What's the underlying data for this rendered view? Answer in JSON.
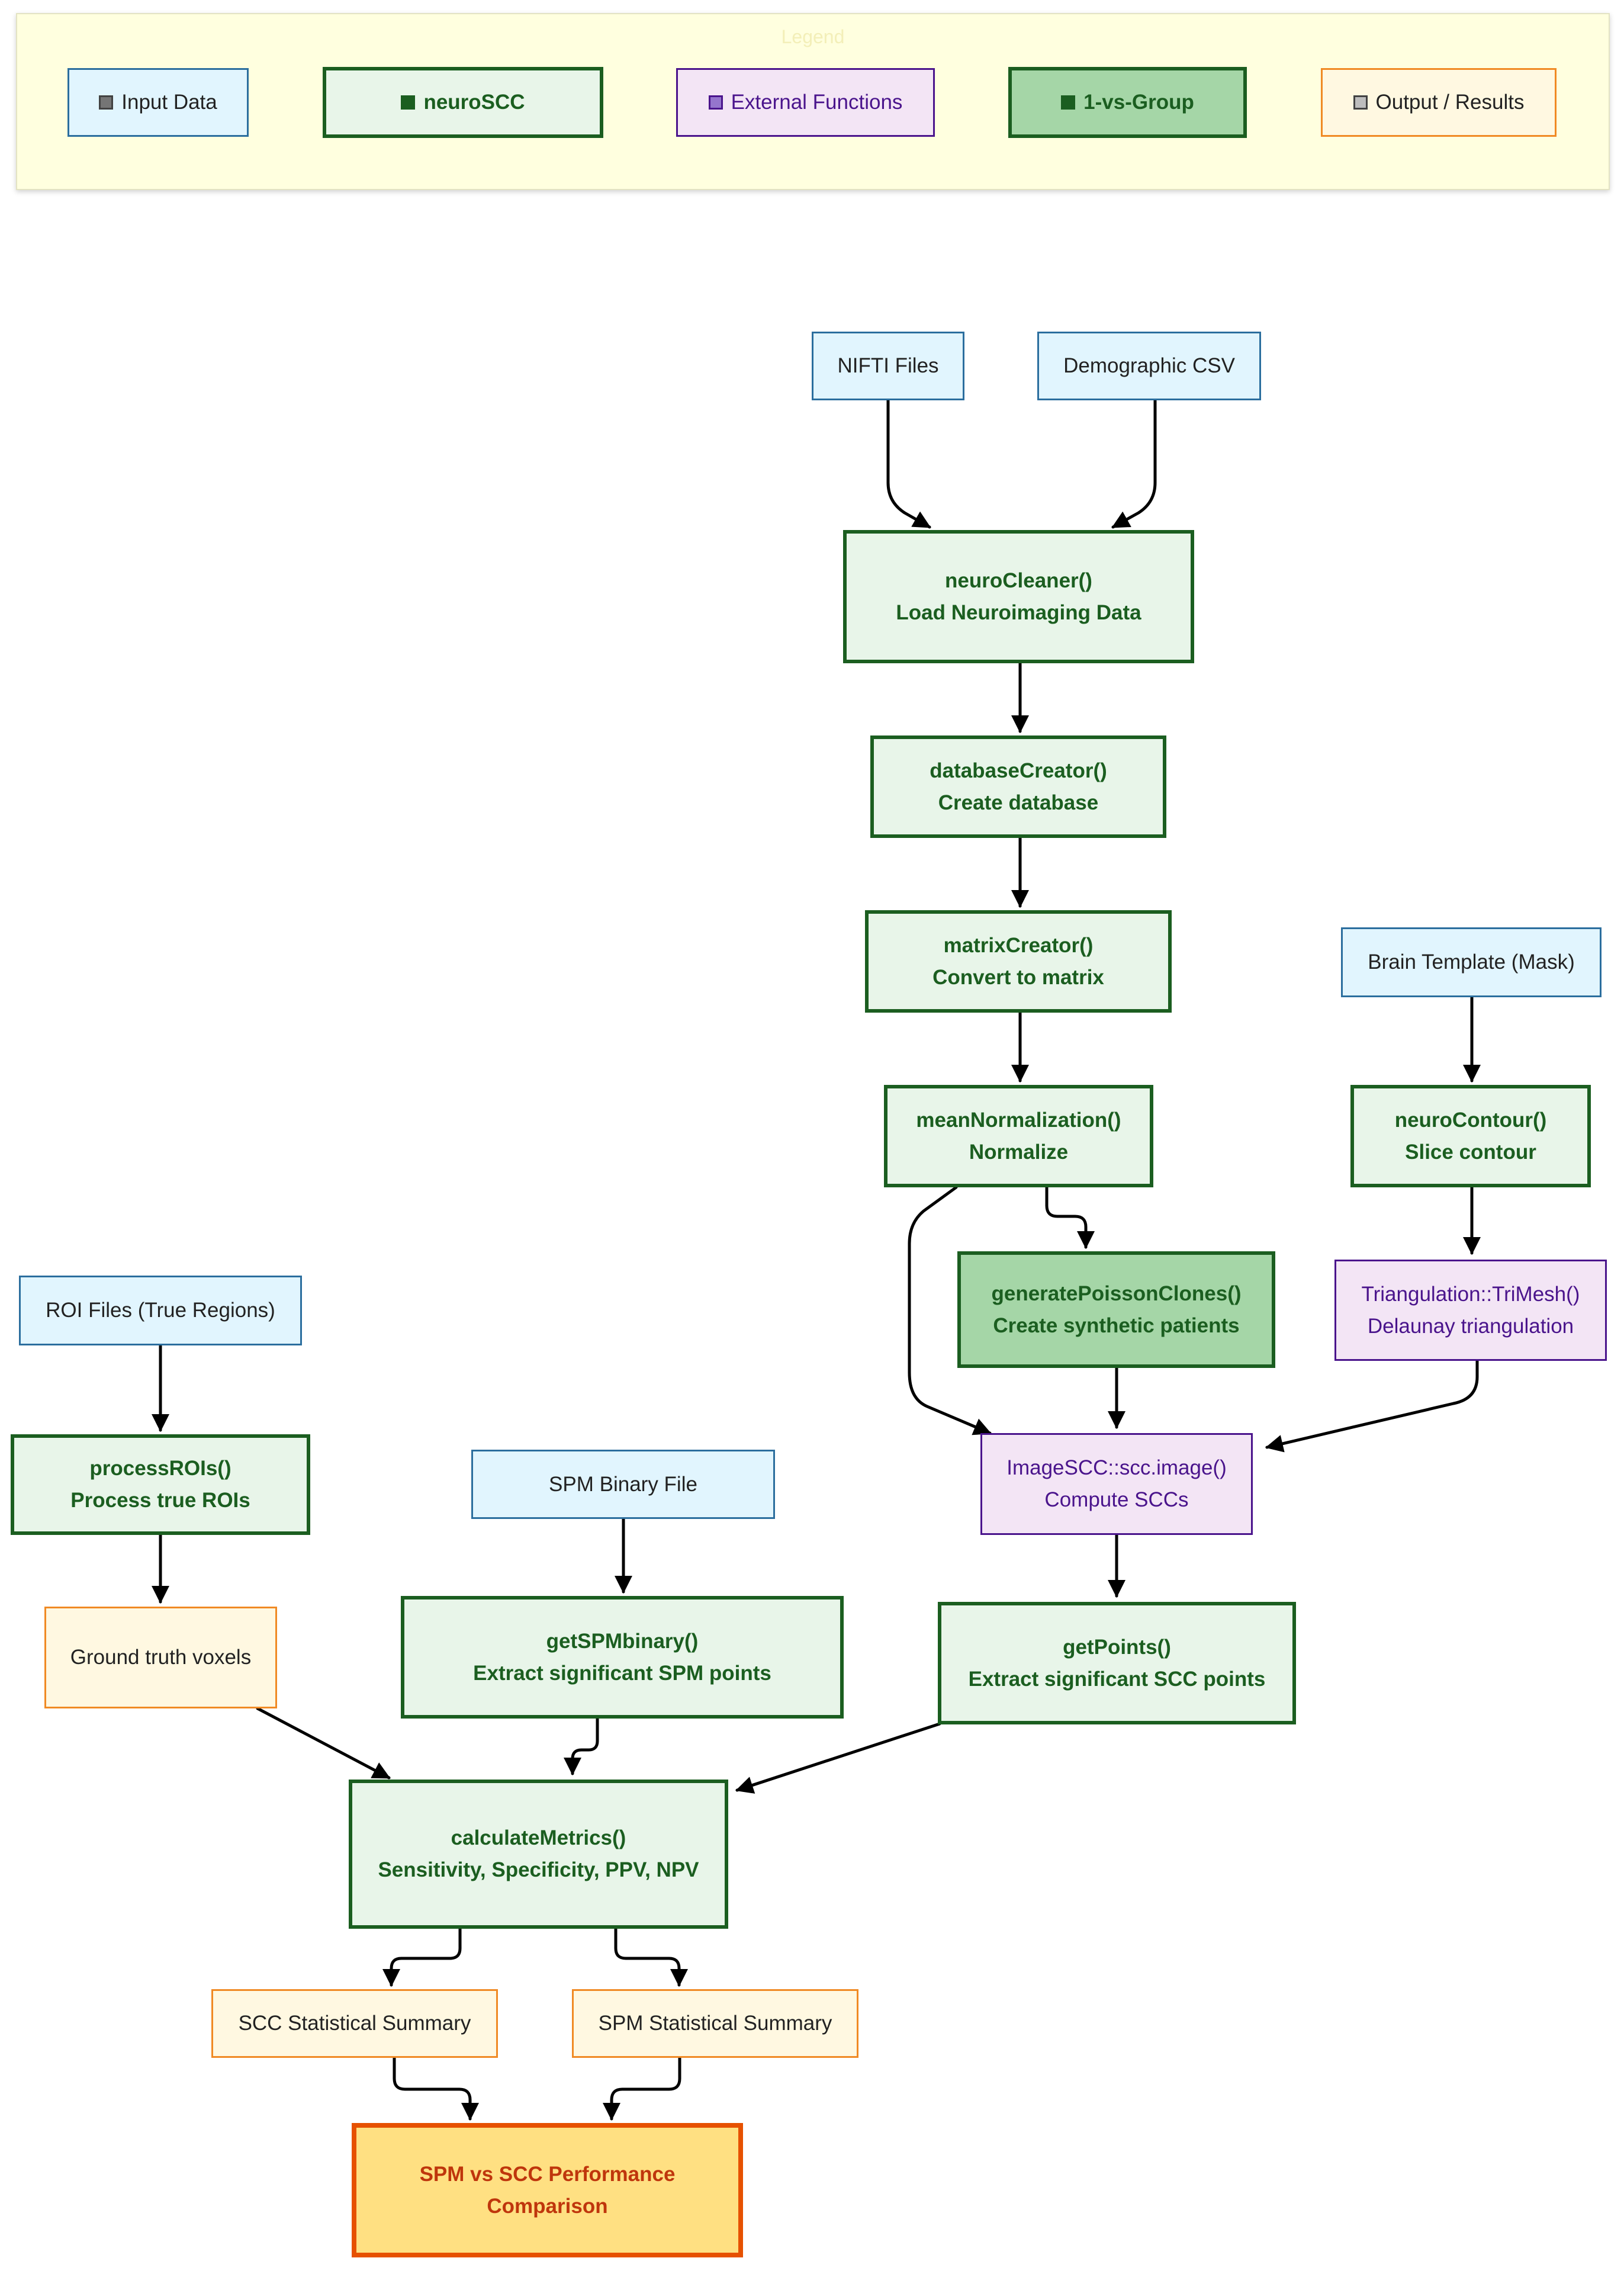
{
  "colors": {
    "input_fill": "#e1f5fe",
    "input_border": "#2b6e9e",
    "core_fill": "#e8f5e9",
    "core_border": "#1b5e20",
    "group_fill": "#a5d6a7",
    "external_fill": "#f3e5f5",
    "external_border": "#4a148c",
    "output_fill": "#fff8e1",
    "output_border": "#f08a24",
    "final_fill": "#ffe082",
    "final_border": "#e65100",
    "legend_fill": "#ffffdf",
    "edge": "#000000"
  },
  "legend": {
    "title": "Legend",
    "items": [
      {
        "id": "lg-input",
        "label": "Input Data"
      },
      {
        "id": "lg-core",
        "label": "neuroSCC"
      },
      {
        "id": "lg-ext",
        "label": "External Functions"
      },
      {
        "id": "lg-group",
        "label": "1-vs-Group"
      },
      {
        "id": "lg-out",
        "label": "Output / Results"
      }
    ]
  },
  "nodes": [
    {
      "id": "nifti",
      "lines": [
        "NIFTI Files"
      ]
    },
    {
      "id": "demo",
      "lines": [
        "Demographic CSV"
      ]
    },
    {
      "id": "cleaner",
      "lines": [
        "neuroCleaner()",
        "Load Neuroimaging Data"
      ]
    },
    {
      "id": "dbc",
      "lines": [
        "databaseCreator()",
        "Create database"
      ]
    },
    {
      "id": "matc",
      "lines": [
        "matrixCreator()",
        "Convert to matrix"
      ]
    },
    {
      "id": "brain",
      "lines": [
        "Brain Template (Mask)"
      ]
    },
    {
      "id": "meann",
      "lines": [
        "meanNormalization()",
        "Normalize"
      ]
    },
    {
      "id": "contour",
      "lines": [
        "neuroContour()",
        "Slice contour"
      ]
    },
    {
      "id": "roifiles",
      "lines": [
        "ROI Files (True Regions)"
      ]
    },
    {
      "id": "poisson",
      "lines": [
        "generatePoissonClones()",
        "Create synthetic patients"
      ]
    },
    {
      "id": "tri",
      "lines": [
        "Triangulation::TriMesh()",
        "Delaunay triangulation"
      ]
    },
    {
      "id": "procroi",
      "lines": [
        "processROIs()",
        "Process true ROIs"
      ]
    },
    {
      "id": "spmfile",
      "lines": [
        "SPM Binary File"
      ]
    },
    {
      "id": "scc",
      "lines": [
        "ImageSCC::scc.image()",
        "Compute SCCs"
      ]
    },
    {
      "id": "gt",
      "lines": [
        "Ground truth voxels"
      ]
    },
    {
      "id": "getspm",
      "lines": [
        "getSPMbinary()",
        "Extract significant SPM points"
      ]
    },
    {
      "id": "getpts",
      "lines": [
        "getPoints()",
        "Extract significant SCC points"
      ]
    },
    {
      "id": "calc",
      "lines": [
        "calculateMetrics()",
        "Sensitivity, Specificity, PPV, NPV"
      ]
    },
    {
      "id": "sccsum",
      "lines": [
        "SCC Statistical Summary"
      ]
    },
    {
      "id": "spmsum",
      "lines": [
        "SPM Statistical Summary"
      ]
    },
    {
      "id": "final",
      "lines": [
        "SPM vs SCC Performance",
        "Comparison"
      ]
    }
  ]
}
